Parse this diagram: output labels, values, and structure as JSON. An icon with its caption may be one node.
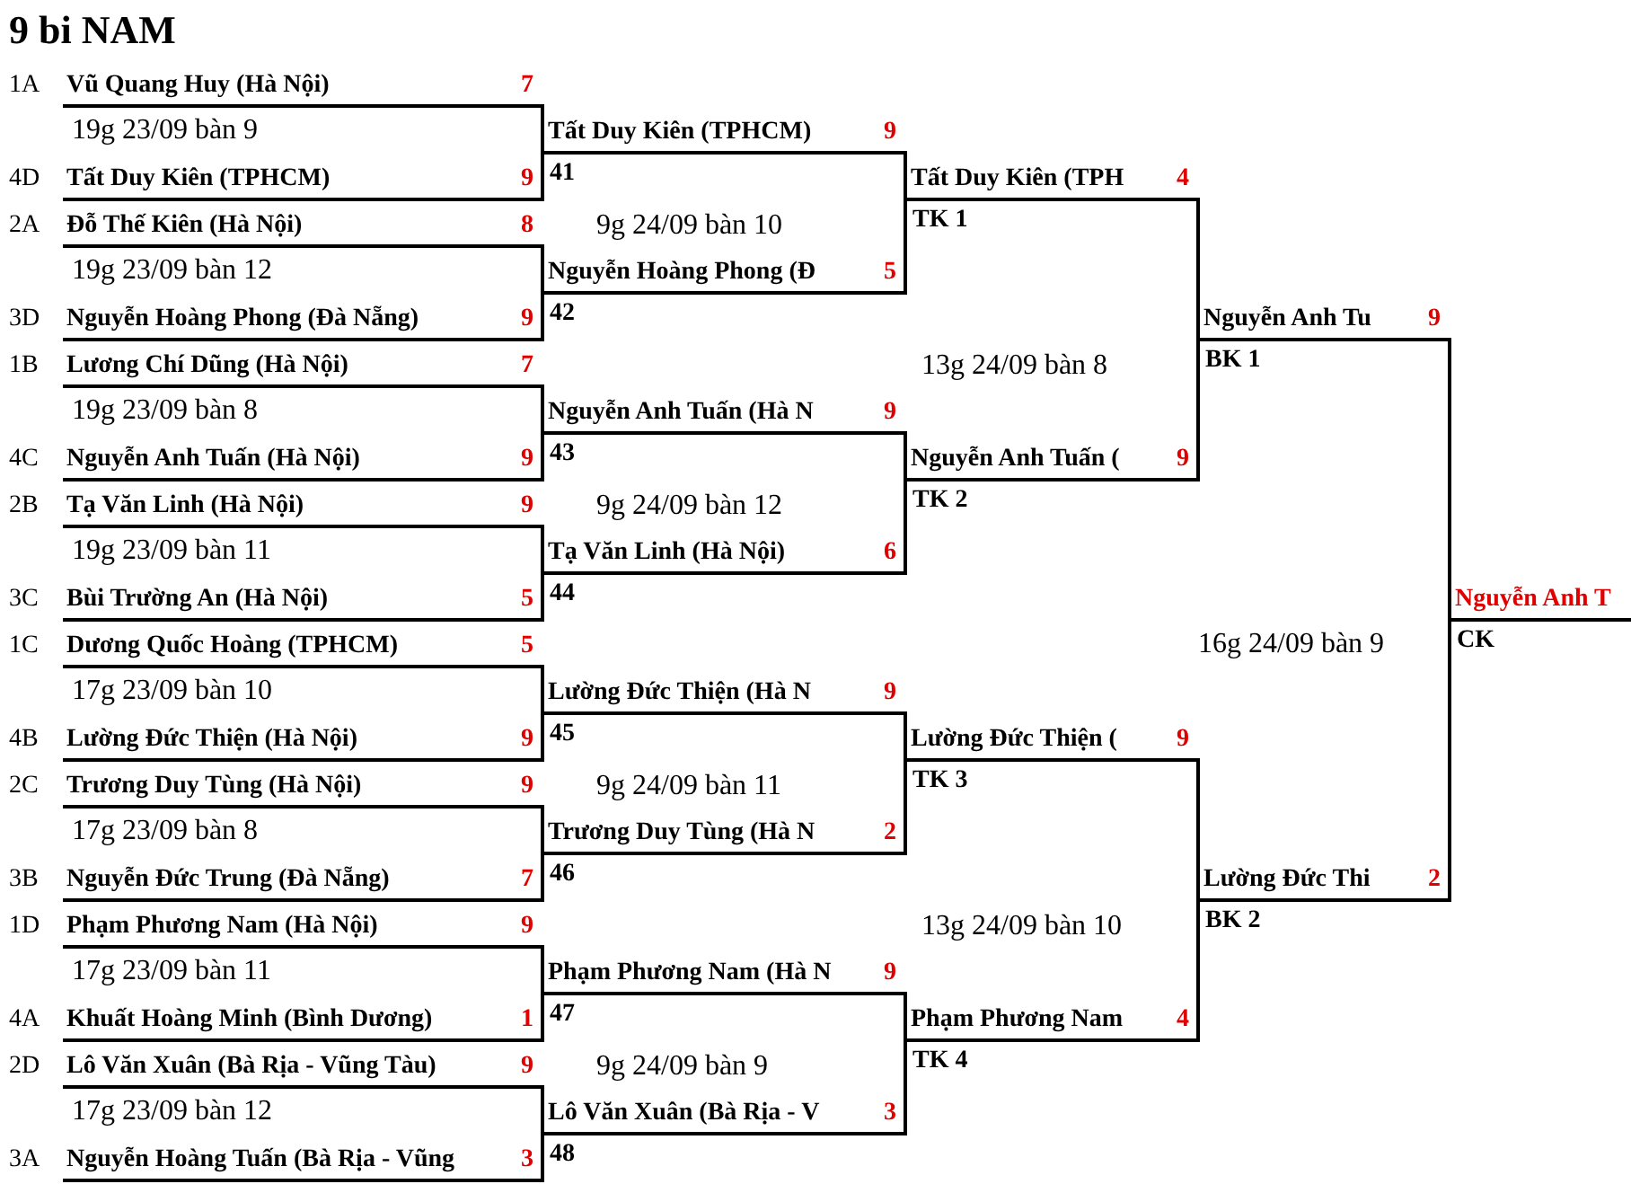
{
  "diagram": {
    "title": "9 bi NAM",
    "nodes": [
      {
        "text": [
          "Vũ Quang Huy (Hà Nội)",
          "7"
        ],
        "beside": [
          "1A"
        ]
      },
      {
        "text": [
          "Tất Duy Kiên (TPHCM)",
          "9"
        ],
        "beside": [
          "4D"
        ]
      },
      {
        "text": [
          "Đỗ Thế Kiên (Hà Nội)",
          "8"
        ],
        "beside": [
          "2A"
        ]
      },
      {
        "text": [
          "Nguyễn Hoàng Phong (Đà Nẵng)",
          "9"
        ],
        "beside": [
          "3D"
        ]
      },
      {
        "text": [
          "Lương Chí Dũng (Hà Nội)",
          "7"
        ],
        "beside": [
          "1B"
        ]
      },
      {
        "text": [
          "Nguyễn Anh Tuấn (Hà Nội)",
          "9"
        ],
        "beside": [
          "4C"
        ]
      },
      {
        "text": [
          "Tạ Văn Linh (Hà Nội)",
          "9"
        ],
        "beside": [
          "2B"
        ]
      },
      {
        "text": [
          "Bùi Trường An (Hà Nội)",
          "5"
        ],
        "beside": [
          "3C"
        ]
      },
      {
        "text": [
          "Dương Quốc Hoàng (TPHCM)",
          "5"
        ],
        "beside": [
          "1C"
        ]
      },
      {
        "text": [
          "Lường Đức Thiện (Hà Nội)",
          "9"
        ],
        "beside": [
          "4B"
        ]
      },
      {
        "text": [
          "Trương Duy Tùng (Hà Nội)",
          "9"
        ],
        "beside": [
          "2C"
        ]
      },
      {
        "text": [
          "Nguyễn Đức Trung (Đà Nẵng)",
          "7"
        ],
        "beside": [
          "3B"
        ]
      },
      {
        "text": [
          "Phạm Phương Nam (Hà Nội)",
          "9"
        ],
        "beside": [
          "1D"
        ]
      },
      {
        "text": [
          "Khuất Hoàng Minh (Bình Dương)",
          "1"
        ],
        "beside": [
          "4A"
        ]
      },
      {
        "text": [
          "Lô Văn Xuân (Bà Rịa - Vũng Tàu)",
          "9"
        ],
        "beside": [
          "2D"
        ]
      },
      {
        "text": [
          "Nguyễn Hoàng Tuấn (Bà Rịa - Vũng",
          "3"
        ],
        "beside": [
          "3A"
        ]
      },
      {
        "text": [
          "Tất Duy Kiên (TPHCM)",
          "9"
        ],
        "beside": [
          "41"
        ]
      },
      {
        "text": [
          "Nguyễn Hoàng Phong (Đ",
          "5"
        ],
        "beside": [
          "42"
        ]
      },
      {
        "text": [
          "Nguyễn Anh Tuấn (Hà N",
          "9"
        ],
        "beside": [
          "43"
        ]
      },
      {
        "text": [
          "Tạ Văn Linh (Hà Nội)",
          "6"
        ],
        "beside": [
          "44"
        ]
      },
      {
        "text": [
          "Lường Đức Thiện (Hà N",
          "9"
        ],
        "beside": [
          "45"
        ]
      },
      {
        "text": [
          "Trương Duy Tùng (Hà N",
          "2"
        ],
        "beside": [
          "46"
        ]
      },
      {
        "text": [
          "Phạm Phương Nam (Hà N",
          "9"
        ],
        "beside": [
          "47"
        ]
      },
      {
        "text": [
          "Lô Văn Xuân (Bà Rịa - V",
          "3"
        ],
        "beside": [
          "48"
        ]
      },
      {
        "text": [
          "Tất Duy Kiên (TPH",
          "4"
        ],
        "beside": [
          "TK 1"
        ]
      },
      {
        "text": [
          "Nguyễn Anh Tuấn (",
          "9"
        ],
        "beside": [
          "TK 2"
        ]
      },
      {
        "text": [
          "Lường Đức Thiện (",
          "9"
        ],
        "beside": [
          "TK 3"
        ]
      },
      {
        "text": [
          "Phạm Phương Nam",
          "4"
        ],
        "beside": [
          "TK 4"
        ]
      },
      {
        "text": [
          "Nguyễn Anh Tu",
          "9"
        ],
        "beside": [
          "BK 1"
        ]
      },
      {
        "text": [
          "Lường Đức Thi",
          "2"
        ],
        "beside": [
          "BK 2"
        ]
      },
      {
        "text": [
          "Nguyễn Anh T"
        ],
        "beside": [
          "CK"
        ]
      }
    ],
    "edges": [
      {
        "from": 0,
        "to": 16,
        "arrow": "none"
      },
      {
        "from": 1,
        "to": 16,
        "arrow": "none"
      },
      {
        "from": 2,
        "to": 17,
        "arrow": "none"
      },
      {
        "from": 3,
        "to": 17,
        "arrow": "none"
      },
      {
        "from": 4,
        "to": 18,
        "arrow": "none"
      },
      {
        "from": 5,
        "to": 18,
        "arrow": "none"
      },
      {
        "from": 6,
        "to": 19,
        "arrow": "none"
      },
      {
        "from": 7,
        "to": 19,
        "arrow": "none"
      },
      {
        "from": 8,
        "to": 20,
        "arrow": "none"
      },
      {
        "from": 9,
        "to": 20,
        "arrow": "none"
      },
      {
        "from": 10,
        "to": 21,
        "arrow": "none"
      },
      {
        "from": 11,
        "to": 21,
        "arrow": "none"
      },
      {
        "from": 12,
        "to": 22,
        "arrow": "none"
      },
      {
        "from": 13,
        "to": 22,
        "arrow": "none"
      },
      {
        "from": 14,
        "to": 23,
        "arrow": "none"
      },
      {
        "from": 15,
        "to": 23,
        "arrow": "none"
      },
      {
        "from": 16,
        "to": 24,
        "arrow": "none"
      },
      {
        "from": 17,
        "to": 24,
        "arrow": "none"
      },
      {
        "from": 18,
        "to": 25,
        "arrow": "none"
      },
      {
        "from": 19,
        "to": 25,
        "arrow": "none"
      },
      {
        "from": 20,
        "to": 26,
        "arrow": "none"
      },
      {
        "from": 21,
        "to": 26,
        "arrow": "none"
      },
      {
        "from": 22,
        "to": 27,
        "arrow": "none"
      },
      {
        "from": 23,
        "to": 27,
        "arrow": "none"
      },
      {
        "from": 24,
        "to": 28,
        "arrow": "none"
      },
      {
        "from": 25,
        "to": 28,
        "arrow": "none"
      },
      {
        "from": 26,
        "to": 29,
        "arrow": "none"
      },
      {
        "from": 27,
        "to": 29,
        "arrow": "none"
      },
      {
        "from": 28,
        "to": 30,
        "arrow": "none"
      },
      {
        "from": 29,
        "to": 30,
        "arrow": "none"
      }
    ],
    "labels": [
      "19g 23/09 bàn 9",
      "19g 23/09 bàn 12",
      "19g 23/09 bàn 8",
      "19g 23/09 bàn 11",
      "17g 23/09 bàn 10",
      "17g 23/09 bàn 8",
      "17g 23/09 bàn 11",
      "17g 23/09 bàn 12",
      "9g 24/09 bàn 10",
      "9g 24/09 bàn 12",
      "9g 24/09 bàn 11",
      "9g 24/09 bàn 9",
      "13g 24/09 bàn 8",
      "13g 24/09 bàn 10",
      "16g 24/09 bàn 9"
    ]
  }
}
